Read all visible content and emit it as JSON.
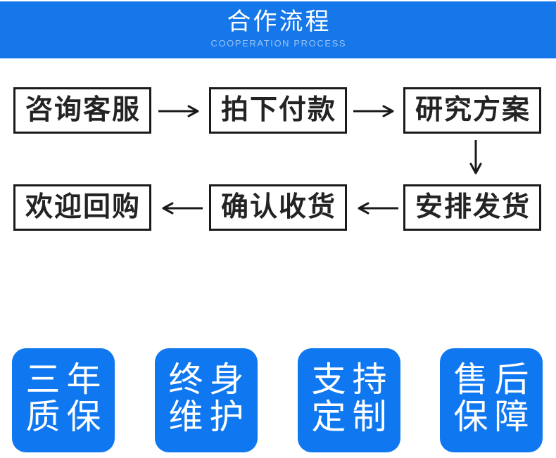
{
  "header": {
    "title": "合作流程",
    "subtitle": "COOPERATION PROCESS"
  },
  "flow": {
    "steps": [
      {
        "id": "consult",
        "label": "咨询客服"
      },
      {
        "id": "pay",
        "label": "拍下付款"
      },
      {
        "id": "research",
        "label": "研究方案"
      },
      {
        "id": "ship",
        "label": "安排发货"
      },
      {
        "id": "confirm",
        "label": "确认收货"
      },
      {
        "id": "repurchase",
        "label": "欢迎回购"
      }
    ]
  },
  "badges": [
    {
      "line1": "三年",
      "line2": "质保"
    },
    {
      "line1": "终身",
      "line2": "维护"
    },
    {
      "line1": "支持",
      "line2": "定制"
    },
    {
      "line1": "售后",
      "line2": "保障"
    }
  ],
  "colors": {
    "banner_blue": "#1577e9",
    "badge_blue": "#0f78f0",
    "line_black": "#1a1a1a"
  }
}
